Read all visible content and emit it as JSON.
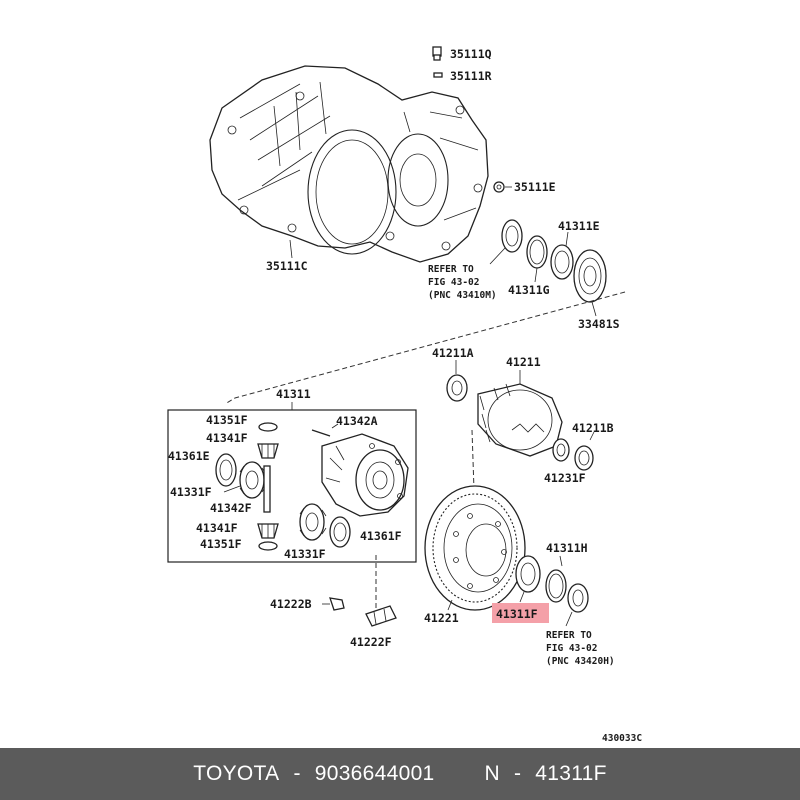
{
  "labels": {
    "p35111Q": "35111Q",
    "p35111R": "35111R",
    "p35111E": "35111E",
    "p35111C": "35111C",
    "p41311E": "41311E",
    "p41311G": "41311G",
    "p33481S": "33481S",
    "p41311": "41311",
    "p41211A": "41211A",
    "p41211": "41211",
    "p41211B": "41211B",
    "p41231F": "41231F",
    "p41351F_top": "41351F",
    "p41342A": "41342A",
    "p41341F_top": "41341F",
    "p41361E": "41361E",
    "p41331F_left": "41331F",
    "p41342F": "41342F",
    "p41341F_bot": "41341F",
    "p41351F_bot": "41351F",
    "p41331F_bot": "41331F",
    "p41361F": "41361F",
    "p41311H": "41311H",
    "p41311F": "41311F",
    "p41221": "41221",
    "p41222B": "41222B",
    "p41222F": "41222F"
  },
  "notes": {
    "refer_top": [
      "REFER TO",
      "FIG 43-02",
      "(PNC 43410M)"
    ],
    "refer_bottom": [
      "REFER TO",
      "FIG 43-02",
      "(PNC 43420H)"
    ]
  },
  "figure_code": "430033C",
  "caption": {
    "brand": "TOYOTA",
    "sep1": "-",
    "part_number": "9036644001",
    "prefix": "N",
    "sep2": "-",
    "item": "41311F"
  },
  "colors": {
    "highlight": "#f4a0a8",
    "caption_bg": "#5b5b5b"
  }
}
